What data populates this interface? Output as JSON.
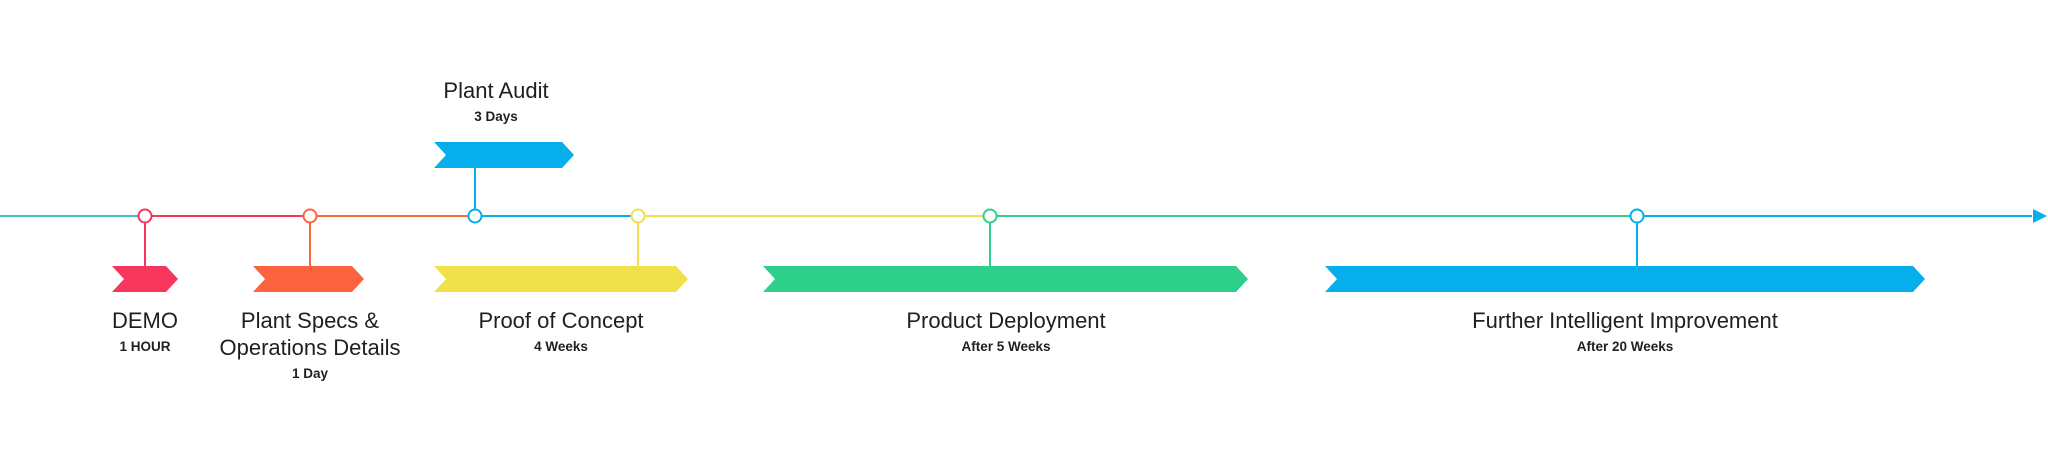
{
  "colors": {
    "demo": "#f7365e",
    "specs": "#fc6440",
    "audit": "#06aeec",
    "poc": "#f0e14b",
    "deployment": "#2ecf8a",
    "improvement": "#06aeec",
    "axis_left": "#38c4c9",
    "axis_right": "#06aeec"
  },
  "stages": [
    {
      "id": "demo",
      "title": "DEMO",
      "duration": "1 HOUR",
      "color_key": "demo"
    },
    {
      "id": "specs",
      "title_lines": [
        "Plant Specs &",
        "Operations Details"
      ],
      "duration": "1 Day",
      "color_key": "specs"
    },
    {
      "id": "audit",
      "title": "Plant Audit",
      "duration": "3 Days",
      "color_key": "audit"
    },
    {
      "id": "poc",
      "title": "Proof of Concept",
      "duration": "4 Weeks",
      "color_key": "poc"
    },
    {
      "id": "deployment",
      "title": "Product Deployment",
      "duration": "After 5 Weeks",
      "color_key": "deployment"
    },
    {
      "id": "improvement",
      "title": "Further Intelligent Improvement",
      "duration": "After 20 Weeks",
      "color_key": "improvement"
    }
  ]
}
